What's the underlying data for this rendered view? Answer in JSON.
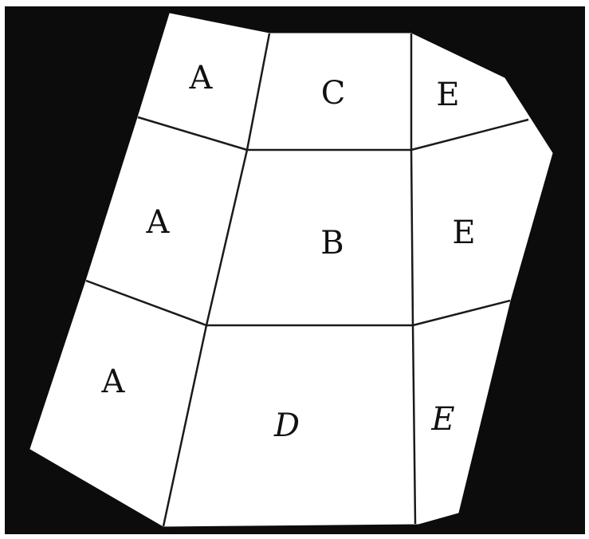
{
  "colors": {
    "background": "#0c0c0c",
    "region": "#ffffff",
    "line": "#1a1a1a",
    "text": "#111111"
  },
  "labels": {
    "a_top": "A",
    "a_mid": "A",
    "a_bottom": "A",
    "c_top": "C",
    "b_mid": "B",
    "d_bottom": "D",
    "e_top": "E",
    "e_mid": "E",
    "e_bottom": "E"
  }
}
